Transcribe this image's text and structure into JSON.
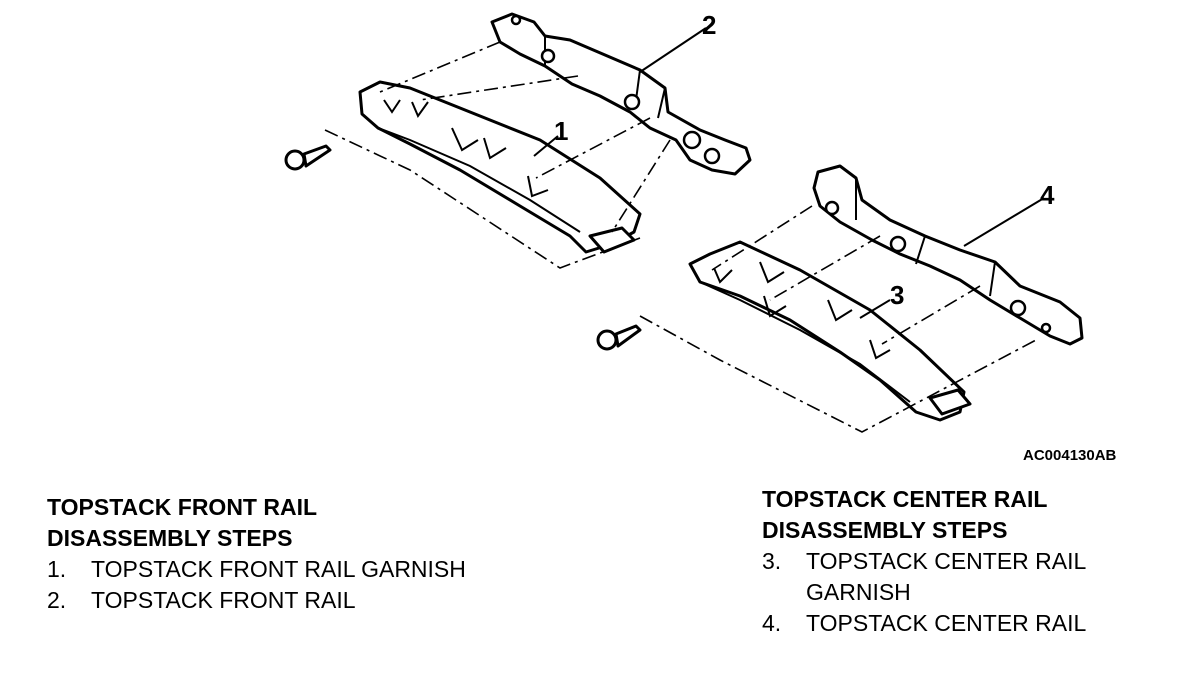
{
  "figure": {
    "id_label": "AC004130AB",
    "callouts": [
      "1",
      "2",
      "3",
      "4"
    ]
  },
  "front": {
    "heading1": "TOPSTACK FRONT RAIL",
    "heading2": "DISASSEMBLY STEPS",
    "steps": [
      {
        "num": "1.",
        "text": "TOPSTACK FRONT RAIL GARNISH"
      },
      {
        "num": "2.",
        "text": "TOPSTACK FRONT RAIL"
      }
    ]
  },
  "center": {
    "heading1": "TOPSTACK CENTER RAIL",
    "heading2": "DISASSEMBLY STEPS",
    "steps": [
      {
        "num": "3.",
        "text": "TOPSTACK CENTER RAIL",
        "text2": "GARNISH"
      },
      {
        "num": "4.",
        "text": "TOPSTACK CENTER RAIL"
      }
    ]
  }
}
